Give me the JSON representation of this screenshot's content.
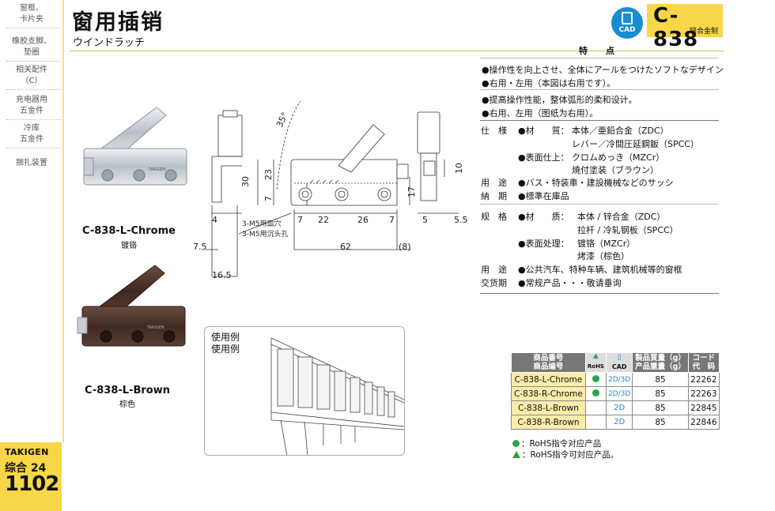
{
  "sidebar": {
    "items": [
      {
        "line1": "窗框、",
        "line2": "卡片夹"
      },
      {
        "line1": "橡胶支脚、",
        "line2": "垫圈"
      },
      {
        "line1": "相关配件",
        "line2": "（C）"
      },
      {
        "line1": "充电器用",
        "line2": "五金件"
      },
      {
        "line1": "冷库",
        "line2": "五金件"
      },
      {
        "line1": "捆扎装置",
        "line2": ""
      }
    ],
    "brand": "TAKIGEN",
    "volume": "综合 24",
    "page": "1102"
  },
  "header": {
    "title": "窗用插销",
    "subtitle_kana": "ウインドラッチ",
    "cad_label": "CAD",
    "model": "C-838",
    "material_note": "锌合金制"
  },
  "features": {
    "heading": "特　点",
    "lines": [
      "●操作性を向上させ、全体にアールをつけたソフトなデザイン",
      "●右用・左用（本図は右用です）。",
      "●提高操作性能，整体弧形的柔和设计。",
      "●右用、左用（图纸为右用）。"
    ]
  },
  "specs_jp": {
    "spec_label": "仕　様",
    "material_label": "●材　　質：",
    "material_1": "本体／亜鉛合金（ZDC）",
    "material_2": "レバー／冷間圧延鋼鈑（SPCC）",
    "surface_label": "●表面仕上：",
    "surface_1": "クロムめっき（MZCr）",
    "surface_2": "焼付塗装（ブラウン）",
    "use_label": "用　途",
    "use_value": "●バス・特装車・建設機械などのサッシ",
    "delivery_label": "納　期",
    "delivery_value": "●標準在庫品"
  },
  "specs_cn": {
    "spec_label": "规　格",
    "material_label": "●材　　质：",
    "material_1": "本体 / 锌合金（ZDC）",
    "material_2": "拉杆 / 冷轧钢板（SPCC）",
    "surface_label": "●表面处理：",
    "surface_1": "镀铬（MZCr）",
    "surface_2": "烤漆（棕色）",
    "use_label": "用　途",
    "use_value": "●公共汽车、特种车辆、建筑机械等的窗框",
    "delivery_label": "交货期",
    "delivery_value": "●常规产品・・・敬请垂询"
  },
  "products": {
    "chrome_name": "C-838-L-Chrome",
    "chrome_sub": "镀铬",
    "brown_name": "C-838-L-Brown",
    "brown_sub": "棕色",
    "stamp": "TAKIGEN"
  },
  "drawing": {
    "dims": {
      "angle": "35°",
      "h30": "30",
      "h23": "23",
      "h7": "7",
      "h17": "17",
      "h10": "10",
      "w4": "4",
      "w7a": "7",
      "w22": "22",
      "w26": "26",
      "w7b": "7",
      "w5": "5",
      "w5_5": "5.5",
      "w7_5": "7.5",
      "w62": "62",
      "w8": "(8)",
      "w16_5": "16.5"
    },
    "hole_note_1": "3-M5用皿穴",
    "hole_note_2": "3-M5用沉头孔"
  },
  "example": {
    "label_1": "使用例",
    "label_2": "使用例"
  },
  "table": {
    "headers": {
      "model_jp": "商品番号",
      "model_cn": "商品编号",
      "rohs": "RoHS",
      "cad": "CAD",
      "weight_jp": "製品質量（g）",
      "weight_cn": "产品重量（g）",
      "code_jp": "コード",
      "code_cn": "代　码"
    },
    "rows": [
      {
        "model": "C-838-L-Chrome",
        "rohs": true,
        "cad": "2D/3D",
        "weight": "85",
        "code": "22262"
      },
      {
        "model": "C-838-R-Chrome",
        "rohs": true,
        "cad": "2D/3D",
        "weight": "85",
        "code": "22263"
      },
      {
        "model": "C-838-L-Brown",
        "rohs": false,
        "cad": "2D",
        "weight": "85",
        "code": "22845"
      },
      {
        "model": "C-838-R-Brown",
        "rohs": false,
        "cad": "2D",
        "weight": "85",
        "code": "22846"
      }
    ]
  },
  "notes": {
    "rohs_ok": "：RoHS指令对应产品",
    "rohs_possible": "：RoHS指令可対应产品。"
  },
  "colors": {
    "accent_yellow": "#f7d64a",
    "cad_blue": "#1a8cd0",
    "rohs_green": "#2ca44a",
    "chrome": "#c9ced4",
    "brown": "#4a3128"
  }
}
